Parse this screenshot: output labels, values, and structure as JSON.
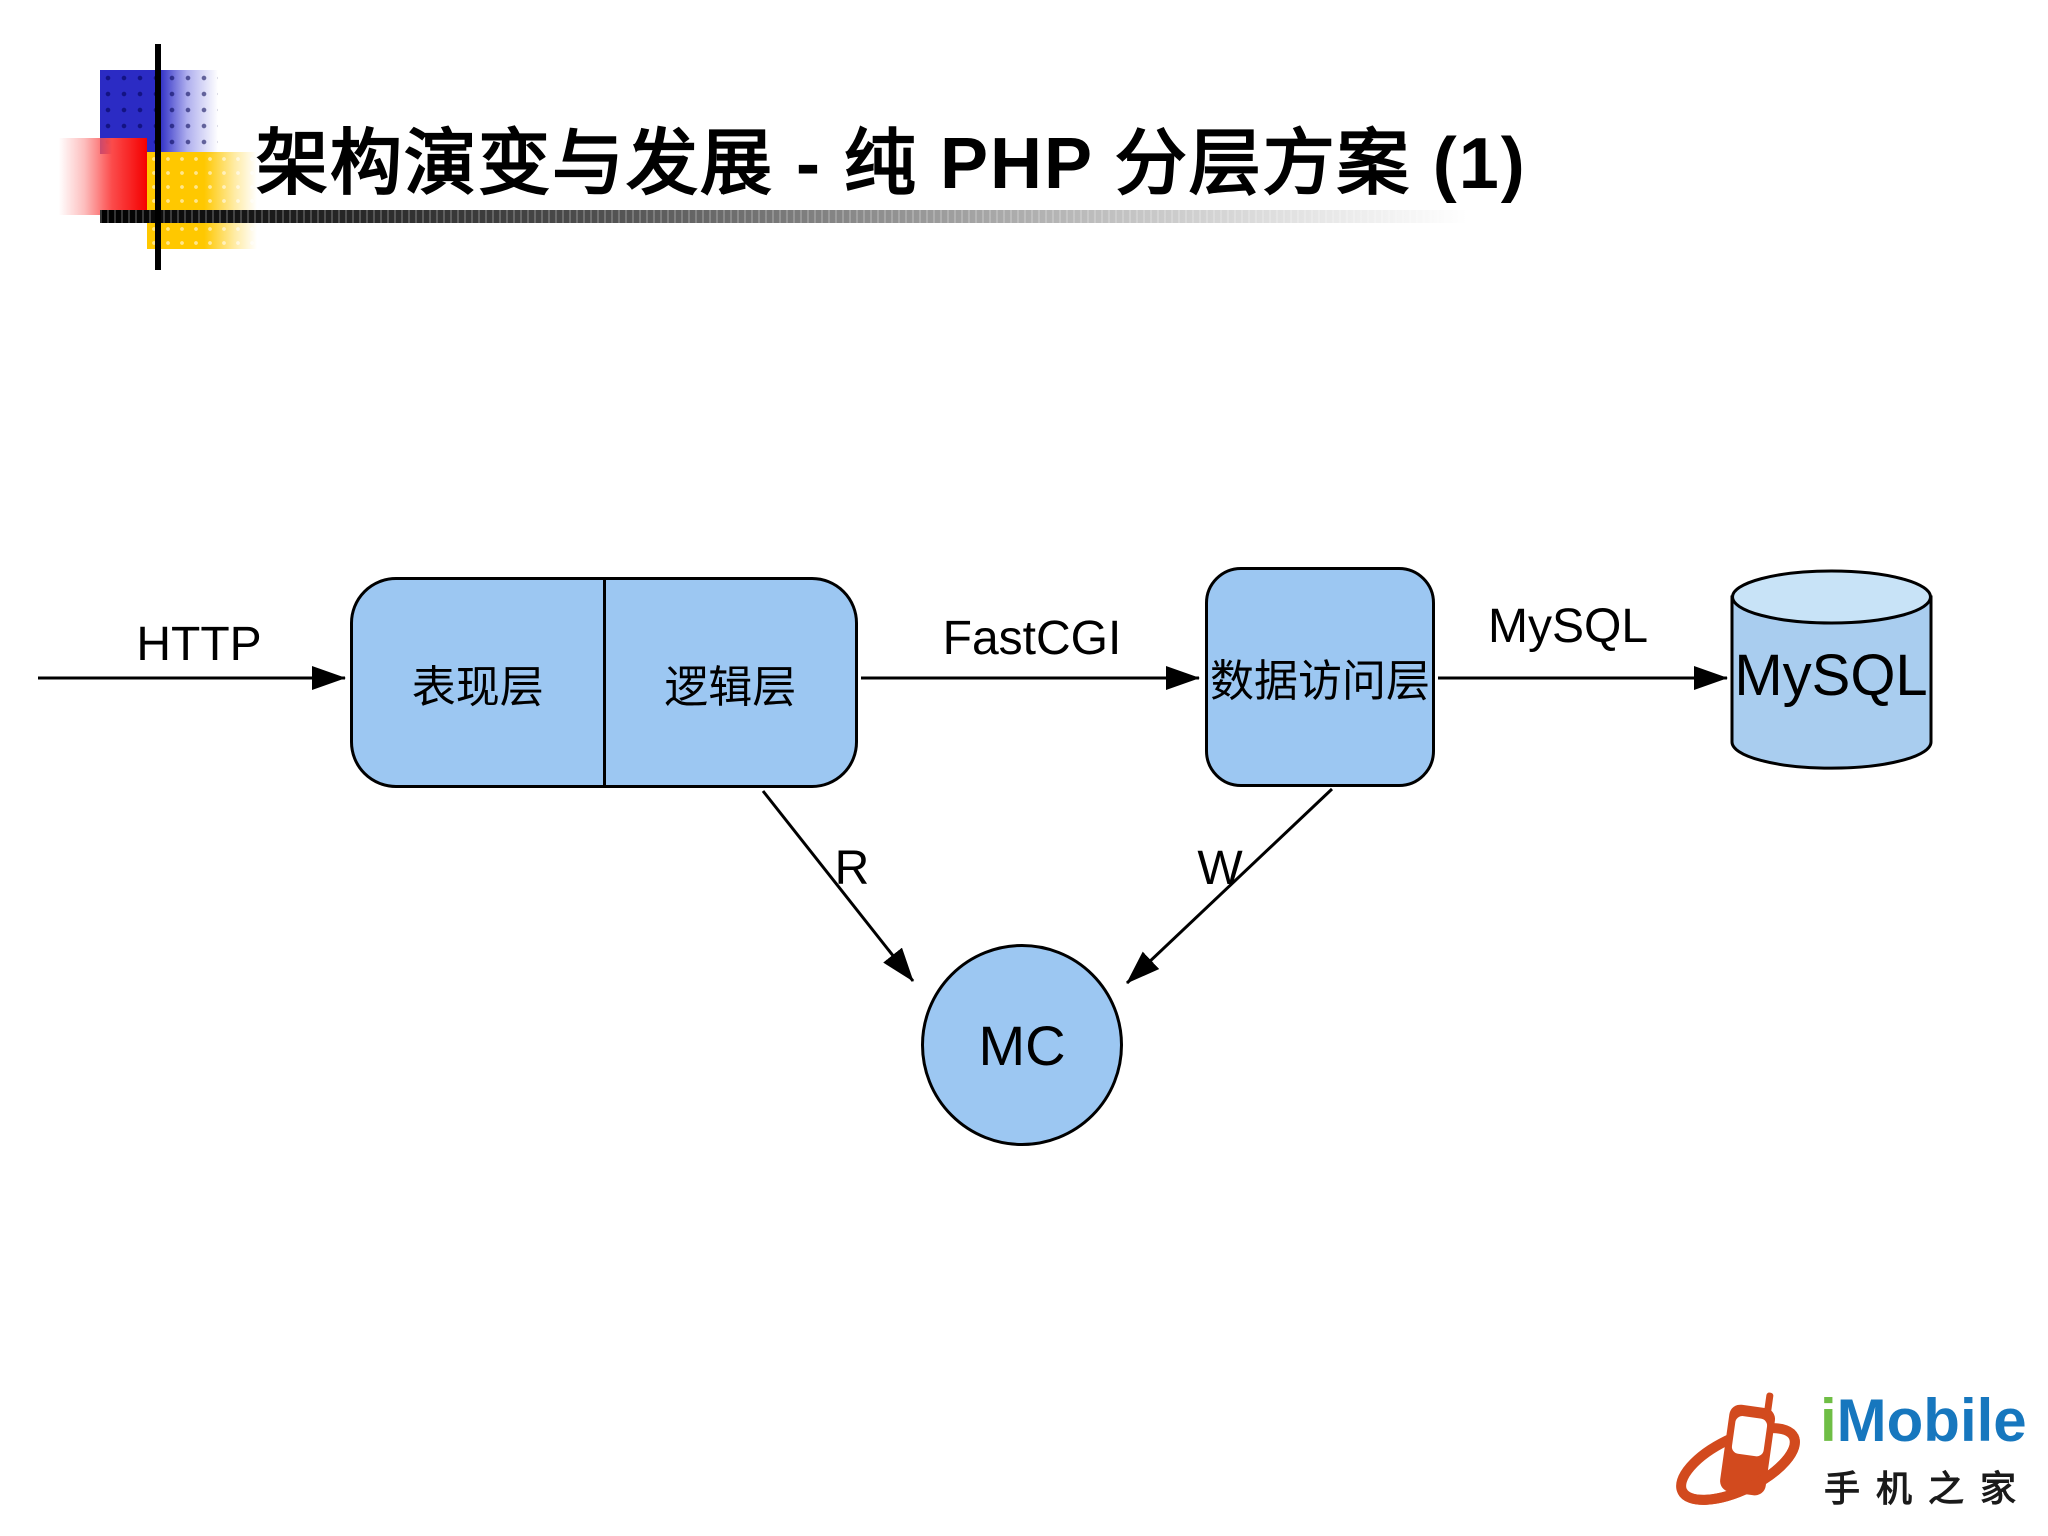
{
  "header": {
    "title": "架构演变与发展 - 纯 PHP 分层方案 (1)"
  },
  "diagram": {
    "nodes": {
      "presentation": "表现层",
      "logic": "逻辑层",
      "data_access": "数据访问层",
      "mysql_db": "MySQL",
      "memcache": "MC"
    },
    "edges": {
      "http": "HTTP",
      "fastcgi": "FastCGI",
      "mysql_protocol": "MySQL",
      "read": "R",
      "write": "W"
    }
  },
  "logo": {
    "brand_i": "i",
    "brand_mobile": "Mobile",
    "tagline": "手机之家"
  },
  "colors": {
    "shape_fill": "#9CC7F2",
    "cylinder_body": "#A9CDEF",
    "cylinder_top": "#C8E3F7",
    "deco_blue": "#2B2BC4",
    "deco_red": "#F50000",
    "deco_yellow": "#FFC800",
    "logo_orange": "#D24A1E",
    "logo_green": "#6FBE45",
    "logo_blue": "#1777BE"
  }
}
